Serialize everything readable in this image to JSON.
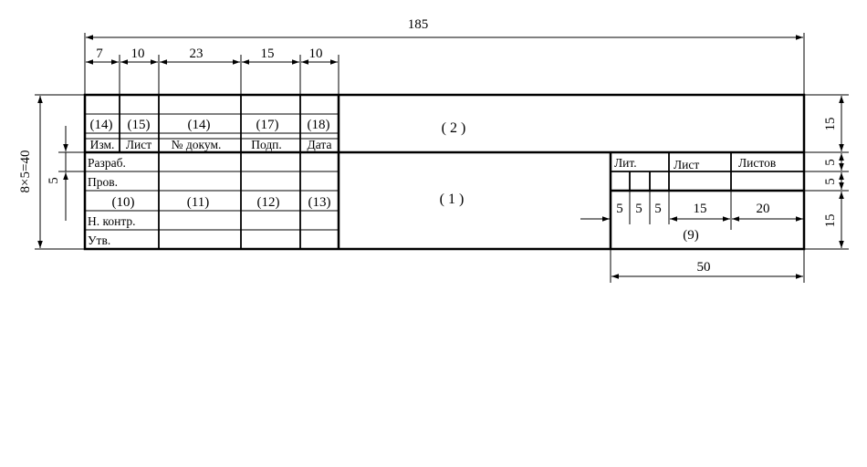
{
  "dimensions": {
    "overall_width": "185",
    "col_izm": "7",
    "col_list": "10",
    "col_doc": "23",
    "col_podp": "15",
    "col_data": "10",
    "total_height": "8×5=40",
    "row_height": "5",
    "top_block_height": "15",
    "lit_row_height_1": "5",
    "lit_row_height_2": "5",
    "bottom_block_height": "15",
    "lit_cell_1": "5",
    "lit_cell_2": "5",
    "lit_cell_3": "5",
    "list_cell": "15",
    "listov_cell": "20",
    "right_block_width": "50"
  },
  "top_row_numbers": [
    "(14)",
    "(15)",
    "(14)",
    "(17)",
    "(18)"
  ],
  "column_headers": [
    "Изм.",
    "Лист",
    "№ докум.",
    "Подп.",
    "Дата"
  ],
  "row_labels": {
    "razrab": "Разраб.",
    "prov": "Пров.",
    "n_kontr": "Н. контр.",
    "utv": "Утв."
  },
  "middle_row_numbers": [
    "(10)",
    "(11)",
    "(12)",
    "(13)"
  ],
  "field_2": "( 2 )",
  "field_1": "( 1 )",
  "right_headers": {
    "lit": "Лит.",
    "list": "Лист",
    "listov": "Листов"
  },
  "field_9": "(9)"
}
